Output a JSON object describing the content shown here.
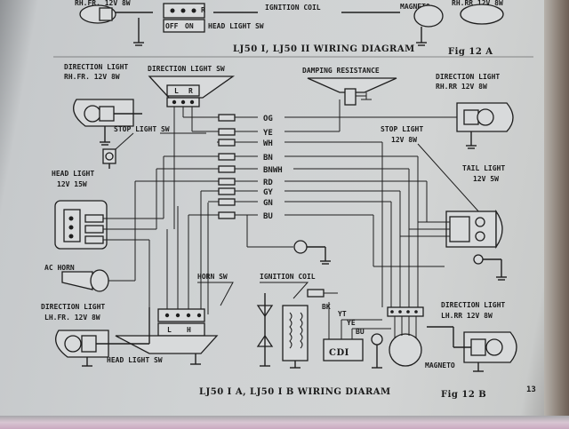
{
  "top_fragment": {
    "ignition_coil": "IGNITION COIL",
    "magneto": "MAGNETO",
    "head_light_sw": "HEAD LIGHT SW",
    "off": "OFF",
    "on": "ON",
    "rh_fr_partial": "RH.FR.  12V 8W",
    "rh_rr_partial": "RH.RR   12V 8W",
    "diagram_title": "LJ50 I, LJ50 II WIRING DIAGRAM",
    "figure": "Fig  12 A"
  },
  "components": {
    "dir_light_rh_fr": "DIRECTION LIGHT",
    "dir_light_rh_fr_spec": "RH.FR.  12V 8W",
    "dir_light_sw": "DIRECTION LIGHT SW",
    "dir_sw_l": "L",
    "dir_sw_r": "R",
    "damping_resistance": "DAMPING RESISTANCE",
    "dir_light_rh_rr": "DIRECTION LIGHT",
    "dir_light_rh_rr_spec": "RH.RR   12V 8W",
    "stop_light_sw": "STOP LIGHT SW",
    "stop_light": "STOP LIGHT",
    "stop_light_spec": "12V 8W",
    "tail_light": "TAIL LIGHT",
    "tail_light_spec": "12V 5W",
    "head_light": "HEAD LIGHT",
    "head_light_spec": "12V 15W",
    "ac_horn": "AC HORN",
    "horn_sw": "HORN SW",
    "ignition_coil": "IGNITION COIL",
    "bk": "BK",
    "yt": "YT",
    "ye": "YE",
    "bu": "BU",
    "cdi": "CDI",
    "dir_light_lh_fr": "DIRECTION LIGHT",
    "dir_light_lh_fr_spec": "LH.FR.   12V 8W",
    "dir_light_lh_rr": "DIRECTION LIGHT",
    "dir_light_lh_rr_spec": "LH.RR   12V 8W",
    "head_light_sw": "HEAD LIGHT SW",
    "hl_sw_l": "L",
    "hl_sw_h": "H",
    "magneto": "MAGNETO"
  },
  "wire_codes": [
    "OG",
    "YE",
    "WH",
    "BN",
    "BNWH",
    "RD",
    "GY",
    "GN",
    "BU"
  ],
  "footer": {
    "title": "LJ50 I A, LJ50 I B WIRING DIARAM",
    "figure": "Fig  12  B",
    "page_number": "13"
  }
}
